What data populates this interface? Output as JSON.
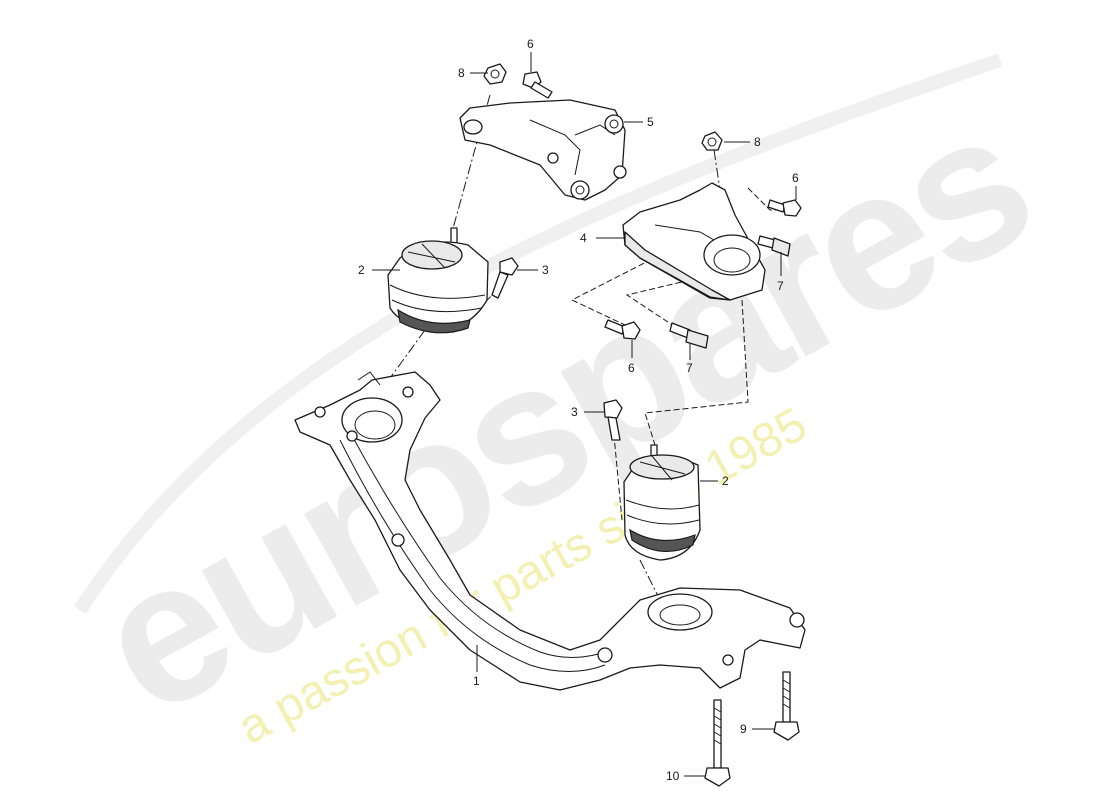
{
  "watermark": {
    "brand": "eurospares",
    "tagline": "a passion for parts since 1985"
  },
  "callouts": {
    "c1": "1",
    "c2_upper": "2",
    "c2_lower": "2",
    "c3_upper": "3",
    "c3_lower": "3",
    "c4": "4",
    "c5": "5",
    "c6_top": "6",
    "c6_right": "6",
    "c6_mid": "6",
    "c7_right": "7",
    "c7_mid": "7",
    "c8_top": "8",
    "c8_right": "8",
    "c9": "9",
    "c10": "10"
  },
  "colors": {
    "line": "#1a1a1a",
    "watermark_grey": "#ececec",
    "watermark_yellow": "#f3f0b2"
  }
}
